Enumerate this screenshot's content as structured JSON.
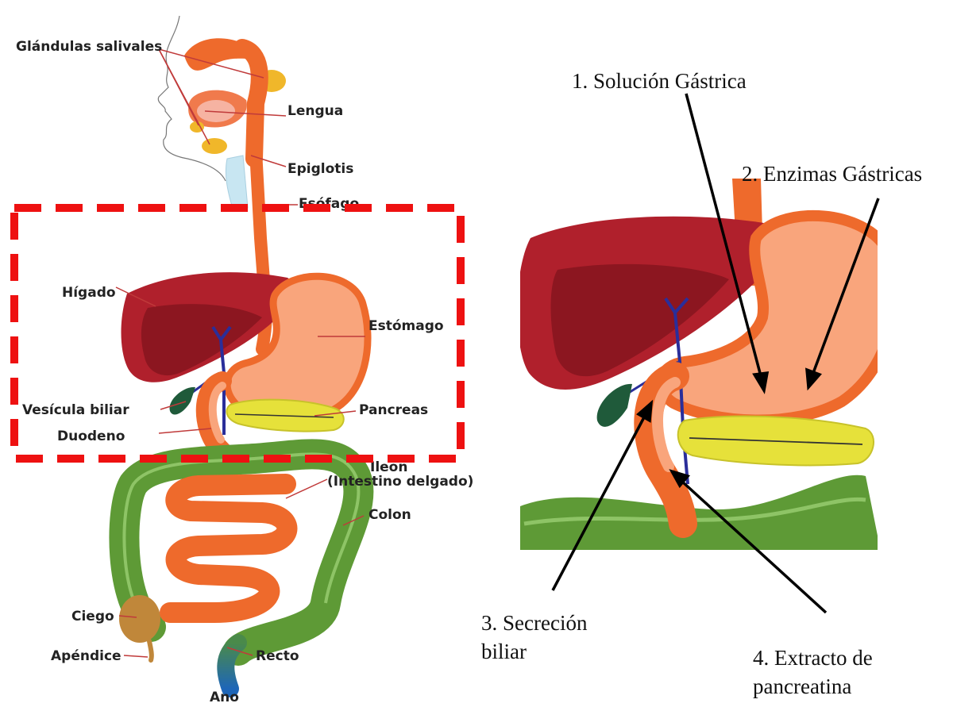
{
  "left_labels": {
    "salivary": "Glándulas salivales",
    "tongue": "Lengua",
    "epiglottis": "Epiglotis",
    "esophagus": "Esófago",
    "liver": "Hígado",
    "stomach": "Estómago",
    "gallbladder": "Vesícula biliar",
    "duodenum": "Duodeno",
    "pancreas": "Pancreas",
    "ileon_1": "Ileon",
    "ileon_2": "(Intestino delgado)",
    "colon": "Colon",
    "cecum": "Ciego",
    "appendix": "Apéndice",
    "rectum": "Recto",
    "anus": "Ano"
  },
  "right_labels": {
    "gastric_solution": "1. Solución Gástrica",
    "gastric_enzymes": "2. Enzimas Gástricas",
    "bile_1": "3. Secreción",
    "bile_2": "biliar",
    "pancreatin_1": "4. Extracto de",
    "pancreatin_2": "pancreatina"
  },
  "colors": {
    "liver": "#b0202c",
    "liver_dark": "#8c1620",
    "tract": "#ee6a2c",
    "stomach_fill": "#f9a57c",
    "pancreas": "#e6e13a",
    "intestine_green": "#5e9a36",
    "bile_duct": "#2a2e9a",
    "gallbladder": "#1f5a3a",
    "highlight_box": "#ee1111"
  }
}
